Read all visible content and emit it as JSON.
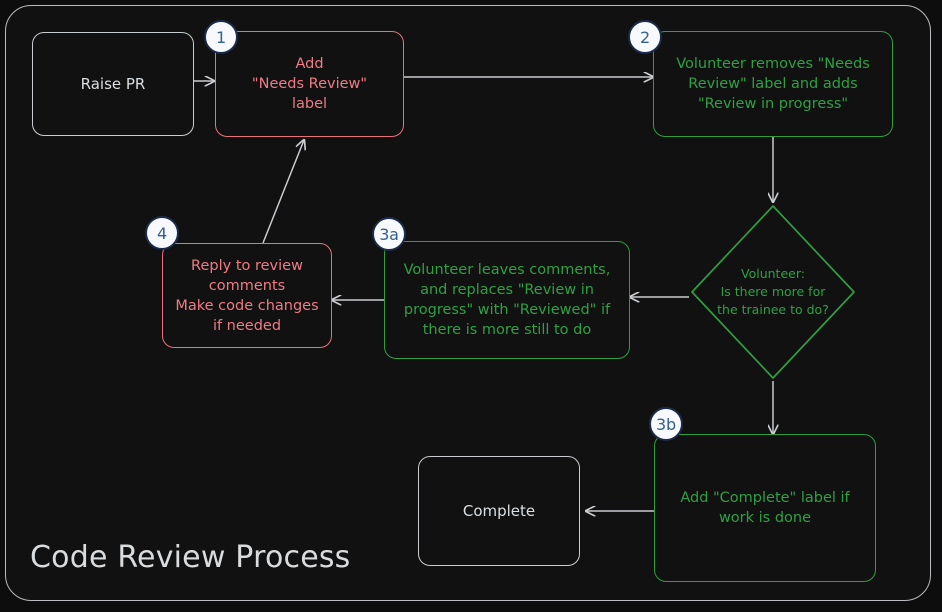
{
  "diagram": {
    "title": "Code Review Process",
    "type": "flowchart",
    "frame_border_color": "#b9bcc0",
    "background_color": "#111111",
    "edge_color": "#c9ccd0",
    "colors": {
      "pink": "#e8707f",
      "green": "#2f9e41",
      "plain": "#c9ccd0",
      "badge_fill": "#f7f9fc",
      "badge_border": "#1b2b4b",
      "badge_text": "#35618f"
    },
    "nodes": [
      {
        "id": "raise-pr",
        "label": "Raise PR",
        "shape": "rounded-rect",
        "style": "plain",
        "badge": null
      },
      {
        "id": "add-needs-review",
        "label": "Add\n\"Needs Review\"\nlabel",
        "shape": "rounded-rect",
        "style": "pink",
        "badge": "1"
      },
      {
        "id": "volunteer-removes",
        "label": "Volunteer removes \"Needs\nReview\" label and adds\n\"Review in progress\"",
        "shape": "rounded-rect",
        "style": "green",
        "badge": "2"
      },
      {
        "id": "decision-more-work",
        "label": "Volunteer:\nIs there more for\nthe trainee to do?",
        "shape": "diamond",
        "style": "green",
        "badge": null
      },
      {
        "id": "volunteer-leaves-comments",
        "label": "Volunteer leaves comments,\nand replaces \"Review in\nprogress\" with \"Reviewed\" if\nthere is more still to do",
        "shape": "rounded-rect",
        "style": "green",
        "badge": "3a"
      },
      {
        "id": "reply-to-review",
        "label": "Reply to review\ncomments\nMake code changes\nif needed",
        "shape": "rounded-rect",
        "style": "pink",
        "badge": "4"
      },
      {
        "id": "add-complete-label",
        "label": "Add \"Complete\" label if\nwork is done",
        "shape": "rounded-rect",
        "style": "green",
        "badge": "3b"
      },
      {
        "id": "complete",
        "label": "Complete",
        "shape": "rounded-rect",
        "style": "plain",
        "badge": null
      }
    ],
    "badges": [
      {
        "id": "badge-1",
        "text": "1"
      },
      {
        "id": "badge-2",
        "text": "2"
      },
      {
        "id": "badge-3a",
        "text": "3a"
      },
      {
        "id": "badge-3b",
        "text": "3b"
      },
      {
        "id": "badge-4",
        "text": "4"
      }
    ],
    "edges": [
      {
        "from": "raise-pr",
        "to": "add-needs-review",
        "label": ""
      },
      {
        "from": "add-needs-review",
        "to": "volunteer-removes",
        "label": ""
      },
      {
        "from": "volunteer-removes",
        "to": "decision-more-work",
        "label": ""
      },
      {
        "from": "decision-more-work",
        "to": "volunteer-leaves-comments",
        "label": ""
      },
      {
        "from": "volunteer-leaves-comments",
        "to": "reply-to-review",
        "label": ""
      },
      {
        "from": "reply-to-review",
        "to": "add-needs-review",
        "label": ""
      },
      {
        "from": "decision-more-work",
        "to": "add-complete-label",
        "label": ""
      },
      {
        "from": "add-complete-label",
        "to": "complete",
        "label": ""
      }
    ]
  }
}
